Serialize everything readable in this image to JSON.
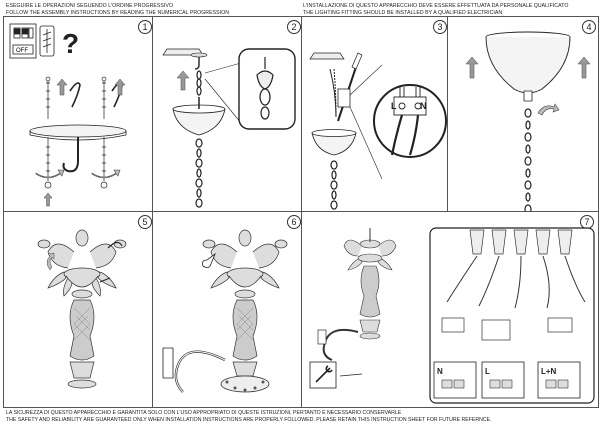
{
  "header": {
    "left_line1": "ESEGUIRE LE OPERAZIONI SEGUENDO L'ORDINE PROGRESSIVO",
    "left_line2": "FOLLOW THE ASSEMBLY INSTRUCTIONS BY READING THE NUMERICAL PROGRESSION",
    "right_line1": "L'INSTALLAZIONE DI QUESTO APPARECCHIO DEVE ESSERE EFFETTUATA DA PERSONALE QUALIFICATO",
    "right_line2": "THE LIGHTING FITTING SHOULD BE INSTALLED BY A QUALIFIED ELECTRICIAN"
  },
  "footer": {
    "line1": "LA SICUREZZA DI QUESTO APPARECCHIO È GARANTITA SOLO CON L'USO APPROPRIATO DI QUESTE ISTRUZIONI, PERTANTO È NECESSARIO CONSERVARLE",
    "line2": "THE SAFETY AND RELIABILITY ARE GUARANTEED ONLY WHEN INSTALLATION INSTRUCTIONS ARE PROPERLY FOLLOWED. PLEASE RETAIN THIS INSTRUCTION SHEET FOR FUTURE REFERNCE."
  },
  "steps": {
    "s1": "1",
    "s2": "2",
    "s3": "3",
    "s4": "4",
    "s5": "5",
    "s6": "6",
    "s7": "7"
  },
  "panel1": {
    "off_label": "OFF",
    "question_mark": "?"
  },
  "panel3": {
    "l_label": "L",
    "n_label": "N"
  },
  "panel7": {
    "n_label": "N",
    "l_label": "L",
    "ln_label": "L+N"
  },
  "icons": [
    "power-switch-off-icon",
    "screwdriver-icon",
    "question-icon",
    "arrow-up-icon",
    "rotate-arrow-icon",
    "chain-icon",
    "hook-icon",
    "terminal-block-icon",
    "wrench-icon"
  ]
}
